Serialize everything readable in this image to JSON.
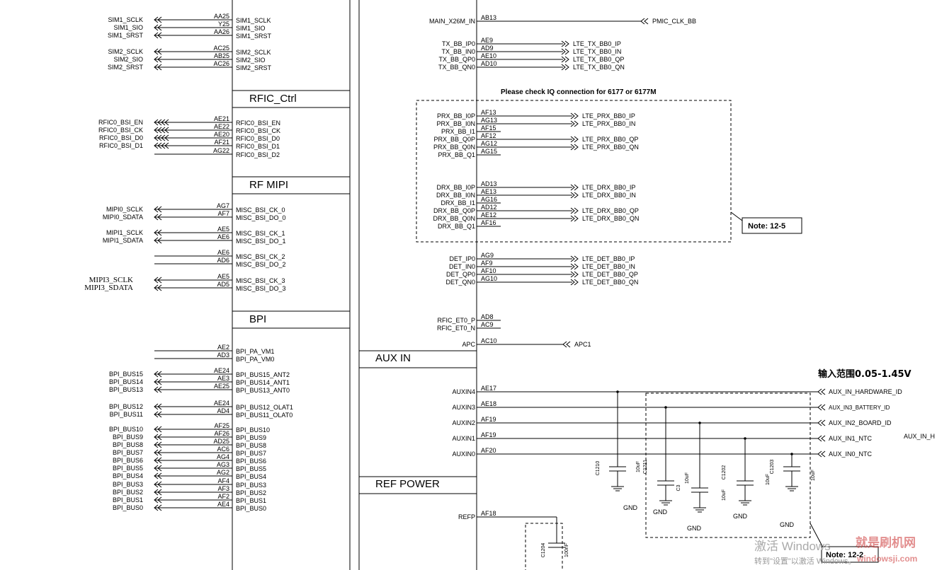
{
  "left_blocks": [
    {
      "header": "",
      "rows": [
        {
          "net": "SIM1_SCLK",
          "ball": "AA25",
          "func": "SIM1_SCLK"
        },
        {
          "net": "SIM1_SIO",
          "ball": "Y25",
          "func": "SIM1_SIO"
        },
        {
          "net": "SIM1_SRST",
          "ball": "AA26",
          "func": "SIM1_SRST"
        },
        {
          "net": "SIM2_SCLK",
          "ball": "AC25",
          "func": "SIM2_SCLK"
        },
        {
          "net": "SIM2_SIO",
          "ball": "AB25",
          "func": "SIM2_SIO"
        },
        {
          "net": "SIM2_SRST",
          "ball": "AC26",
          "func": "SIM2_SRST"
        }
      ]
    },
    {
      "header": "RFIC_Ctrl",
      "rows": [
        {
          "net": "RFIC0_BSI_EN",
          "ball": "AE21",
          "func": "RFIC0_BSI_EN"
        },
        {
          "net": "RFIC0_BSI_CK",
          "ball": "AE22",
          "func": "RFIC0_BSI_CK"
        },
        {
          "net": "RFIC0_BSI_D0",
          "ball": "AE20",
          "func": "RFIC0_BSI_D0"
        },
        {
          "net": "RFIC0_BSI_D1",
          "ball": "AF21",
          "func": "RFIC0_BSI_D1"
        },
        {
          "net": "",
          "ball": "AG22",
          "func": "RFIC0_BSI_D2"
        }
      ]
    },
    {
      "header": "RF MIPI",
      "rows": [
        {
          "net": "MIPI0_SCLK",
          "ball": "AG7",
          "func": "MISC_BSI_CK_0"
        },
        {
          "net": "MIPI0_SDATA",
          "ball": "AF7",
          "func": "MISC_BSI_DO_0"
        },
        {
          "net": "MIPI1_SCLK",
          "ball": "AE5",
          "func": "MISC_BSI_CK_1"
        },
        {
          "net": "MIPI1_SDATA",
          "ball": "AE6",
          "func": "MISC_BSI_DO_1"
        },
        {
          "net": "",
          "ball": "AE6",
          "func": "MISC_BSI_CK_2"
        },
        {
          "net": "",
          "ball": "AD6",
          "func": "MISC_BSI_DO_2"
        },
        {
          "net": "MIPI3_SCLK",
          "ball": "AE5",
          "func": "MISC_BSI_CK_3"
        },
        {
          "net": "MIPI3_SDATA",
          "ball": "AD5",
          "func": "MISC_BSI_DO_3"
        }
      ]
    },
    {
      "header": "BPI",
      "rows": [
        {
          "net": "",
          "ball": "AE2",
          "func": "BPI_PA_VM1"
        },
        {
          "net": "",
          "ball": "AD3",
          "func": "BPI_PA_VM0"
        },
        {
          "net": "BPI_BUS15",
          "ball": "AE24",
          "func": "BPI_BUS15_ANT2"
        },
        {
          "net": "BPI_BUS14",
          "ball": "AE3",
          "func": "BPI_BUS14_ANT1"
        },
        {
          "net": "BPI_BUS13",
          "ball": "AE25",
          "func": "BPI_BUS13_ANT0"
        },
        {
          "net": "BPI_BUS12",
          "ball": "AE24",
          "func": "BPI_BUS12_OLAT1"
        },
        {
          "net": "BPI_BUS11",
          "ball": "AD4",
          "func": "BPI_BUS11_OLAT0"
        },
        {
          "net": "BPI_BUS10",
          "ball": "AF25",
          "func": "BPI_BUS10"
        },
        {
          "net": "BPI_BUS9",
          "ball": "AF26",
          "func": "BPI_BUS9"
        },
        {
          "net": "BPI_BUS8",
          "ball": "AD25",
          "func": "BPI_BUS8"
        },
        {
          "net": "BPI_BUS7",
          "ball": "AC6",
          "func": "BPI_BUS7"
        },
        {
          "net": "BPI_BUS6",
          "ball": "AG4",
          "func": "BPI_BUS6"
        },
        {
          "net": "BPI_BUS5",
          "ball": "AG3",
          "func": "BPI_BUS5"
        },
        {
          "net": "BPI_BUS4",
          "ball": "AG2",
          "func": "BPI_BUS4"
        },
        {
          "net": "BPI_BUS3",
          "ball": "AF4",
          "func": "BPI_BUS3"
        },
        {
          "net": "BPI_BUS2",
          "ball": "AF3",
          "func": "BPI_BUS2"
        },
        {
          "net": "BPI_BUS1",
          "ball": "AF2",
          "func": "BPI_BUS1"
        },
        {
          "net": "BPI_BUS0",
          "ball": "AE4",
          "func": "BPI_BUS0"
        }
      ]
    }
  ],
  "right_blocks": {
    "top": [
      {
        "func": "MAIN_X26M_IN",
        "ball": "AB13",
        "net": "PMIC_CLK_BB"
      },
      {
        "func": "TX_BB_IP0",
        "ball": "AE9",
        "net": "LTE_TX_BB0_IP"
      },
      {
        "func": "TX_BB_IN0",
        "ball": "AD9",
        "net": "LTE_TX_BB0_IN"
      },
      {
        "func": "TX_BB_QP0",
        "ball": "AE10",
        "net": "LTE_TX_BB0_QP"
      },
      {
        "func": "TX_BB_QN0",
        "ball": "AD10",
        "net": "LTE_TX_BB0_QN"
      }
    ],
    "iq_note": "Please check IQ connection for 6177 or 6177M",
    "prx": [
      {
        "func": "PRX_BB_I0P",
        "ball": "AF13",
        "net": "LTE_PRX_BB0_IP"
      },
      {
        "func": "PRX_BB_I0N",
        "ball": "AG13",
        "net": "LTE_PRX_BB0_IN"
      },
      {
        "func": "PRX_BB_I1",
        "ball": "AF15",
        "net": ""
      },
      {
        "func": "PRX_BB_Q0P",
        "ball": "AF12",
        "net": "LTE_PRX_BB0_QP"
      },
      {
        "func": "PRX_BB_Q0N",
        "ball": "AG12",
        "net": "LTE_PRX_BB0_QN"
      },
      {
        "func": "PRX_BB_Q1",
        "ball": "AG15",
        "net": ""
      }
    ],
    "drx": [
      {
        "func": "DRX_BB_I0P",
        "ball": "AD13",
        "net": "LTE_DRX_BB0_IP"
      },
      {
        "func": "DRX_BB_I0N",
        "ball": "AE13",
        "net": "LTE_DRX_BB0_IN"
      },
      {
        "func": "DRX_BB_I1",
        "ball": "AG16",
        "net": ""
      },
      {
        "func": "DRX_BB_Q0P",
        "ball": "AD12",
        "net": "LTE_DRX_BB0_QP"
      },
      {
        "func": "DRX_BB_Q0N",
        "ball": "AE12",
        "net": "LTE_DRX_BB0_QN"
      },
      {
        "func": "DRX_BB_Q1",
        "ball": "AF16",
        "net": ""
      }
    ],
    "note_12_5": "Note: 12-5",
    "det": [
      {
        "func": "DET_IP0",
        "ball": "AG9",
        "net": "LTE_DET_BB0_IP"
      },
      {
        "func": "DET_IN0",
        "ball": "AF9",
        "net": "LTE_DET_BB0_IN"
      },
      {
        "func": "DET_QP0",
        "ball": "AF10",
        "net": "LTE_DET_BB0_QP"
      },
      {
        "func": "DET_QN0",
        "ball": "AG10",
        "net": "LTE_DET_BB0_QN"
      }
    ],
    "et": [
      {
        "func": "RFIC_ET0_P",
        "ball": "AD8"
      },
      {
        "func": "RFIC_ET0_N",
        "ball": "AC9"
      }
    ],
    "apc": {
      "func": "APC",
      "ball": "AC10",
      "net": "APC1"
    },
    "aux_header": "AUX IN",
    "aux_range": "输入范围0.05-1.45V",
    "aux": [
      {
        "func": "AUXIN4",
        "ball": "AE17",
        "net": "AUX_IN_HARDWARE_ID"
      },
      {
        "func": "AUXIN3",
        "ball": "AE18",
        "net": "AUX_IN3_BATTERY_ID"
      },
      {
        "func": "AUXIN2",
        "ball": "AF19",
        "net": "AUX_IN2_BOARD_ID"
      },
      {
        "func": "AUXIN1",
        "ball": "AF19",
        "net": "AUX_IN1_NTC"
      },
      {
        "func": "AUXIN0",
        "ball": "AF20",
        "net": "AUX_IN0_NTC"
      }
    ],
    "aux_extra": "AUX_IN_H",
    "refpower_header": "REF POWER",
    "refp": {
      "func": "REFP",
      "ball": "AF18"
    },
    "note_12_2": "Note: 12-2"
  },
  "caps": [
    {
      "ref": "C1210",
      "val": ""
    },
    {
      "ref": "C1211",
      "val": "10uF"
    },
    {
      "ref": "C3",
      "val": "10uF"
    },
    {
      "ref": "C1202",
      "val": "10uF"
    },
    {
      "ref": "C1203",
      "val": "10uF"
    },
    {
      "ref": "",
      "val": "10uF"
    },
    {
      "ref": "C1204",
      "val": "100nF"
    }
  ],
  "gnd": "GND",
  "watermark": {
    "line1": "激活 Windows",
    "line2": "转到\"设置\"以激活 Windows。",
    "site": "就是刷机网",
    "site_url": "windowsji.com"
  }
}
